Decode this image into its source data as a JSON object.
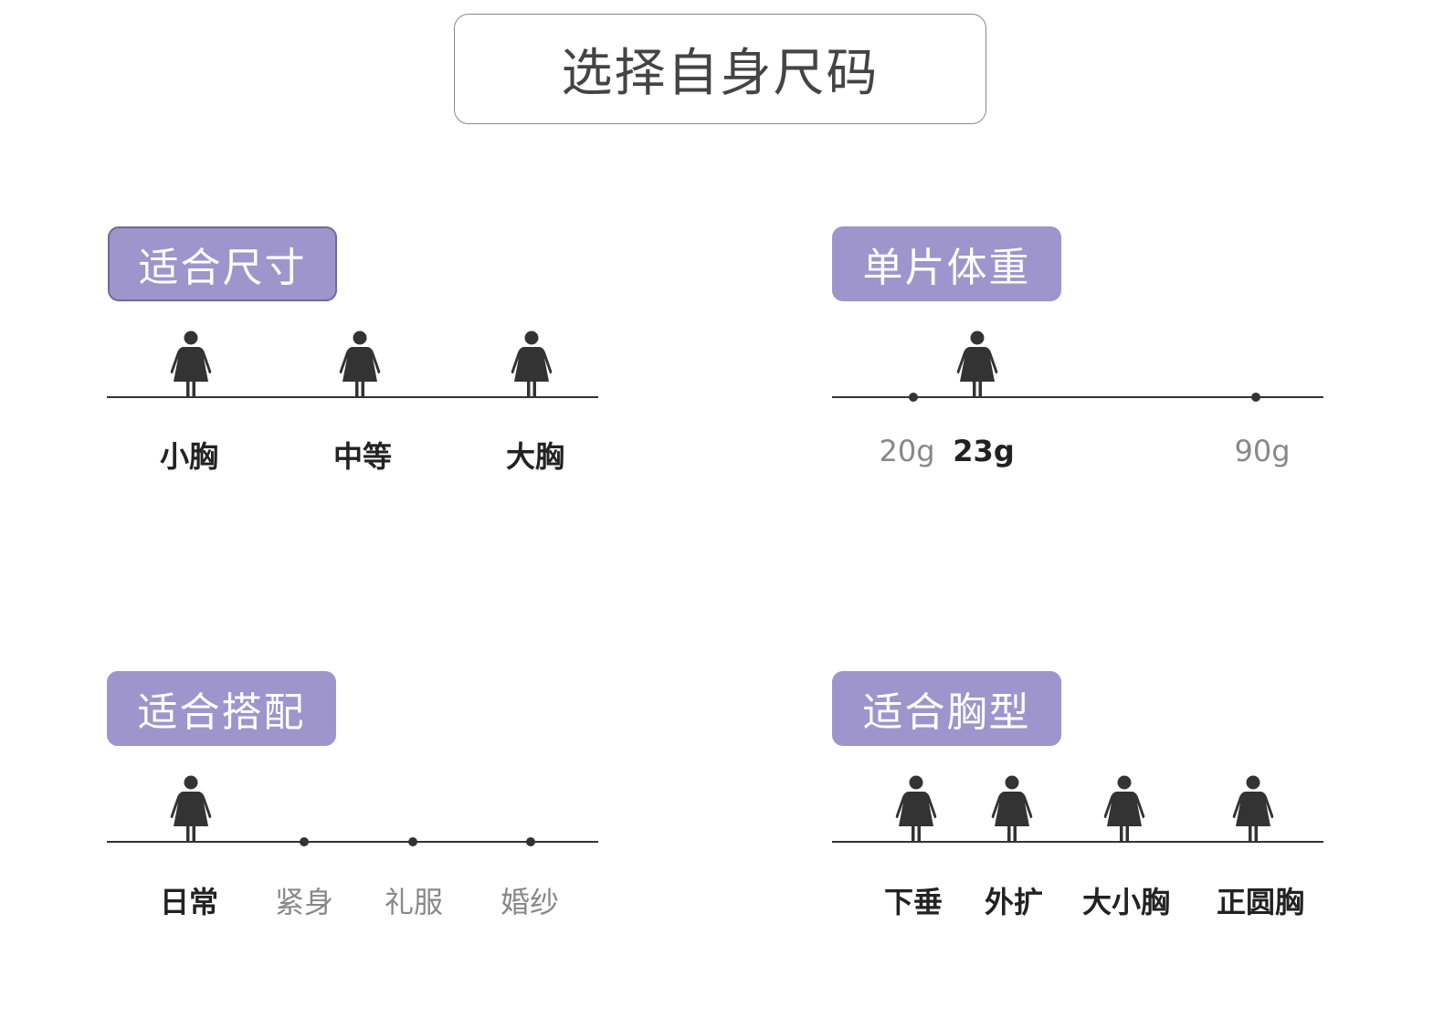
{
  "title": "选择自身尺码",
  "sections": {
    "size": {
      "title": "适合尺寸",
      "options": [
        {
          "label": "小胸",
          "selected": true
        },
        {
          "label": "中等",
          "selected": true
        },
        {
          "label": "大胸",
          "selected": true
        }
      ]
    },
    "weight": {
      "title": "单片体重",
      "options": [
        {
          "label": "20g",
          "selected": false
        },
        {
          "label": "23g",
          "selected": true
        },
        {
          "label": "90g",
          "selected": false
        }
      ]
    },
    "match": {
      "title": "适合搭配",
      "options": [
        {
          "label": "日常",
          "selected": true
        },
        {
          "label": "紧身",
          "selected": false
        },
        {
          "label": "礼服",
          "selected": false
        },
        {
          "label": "婚纱",
          "selected": false
        }
      ]
    },
    "shape": {
      "title": "适合胸型",
      "options": [
        {
          "label": "下垂",
          "selected": true
        },
        {
          "label": "外扩",
          "selected": true
        },
        {
          "label": "大小胸",
          "selected": true
        },
        {
          "label": "正圆胸",
          "selected": true
        }
      ]
    }
  },
  "colors": {
    "badge": "#9d95cc",
    "line": "#333333"
  }
}
